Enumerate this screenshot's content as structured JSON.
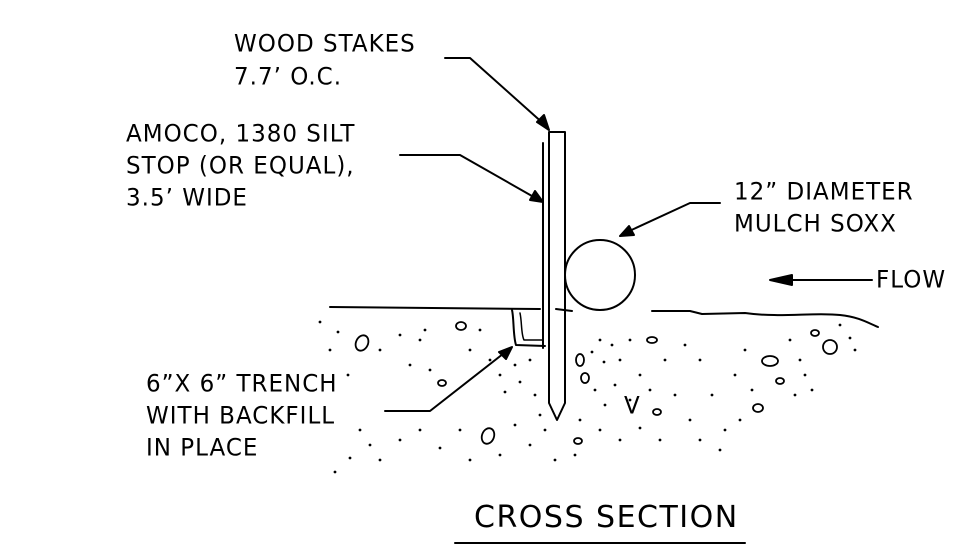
{
  "labels": {
    "wood_stakes": [
      "WOOD STAKES",
      "7.7’ O.C."
    ],
    "silt_stop": [
      "AMOCO, 1380 SILT",
      "STOP (OR EQUAL),",
      "3.5’ WIDE"
    ],
    "mulch_soxx": [
      "12” DIAMETER",
      "MULCH SOXX"
    ],
    "flow": "FLOW",
    "trench": [
      "6”X 6” TRENCH",
      "WITH BACKFILL",
      "IN PLACE"
    ],
    "ground_mark": "V"
  },
  "title": "CROSS SECTION",
  "colors": {
    "line": "#000000",
    "background": "#ffffff"
  }
}
